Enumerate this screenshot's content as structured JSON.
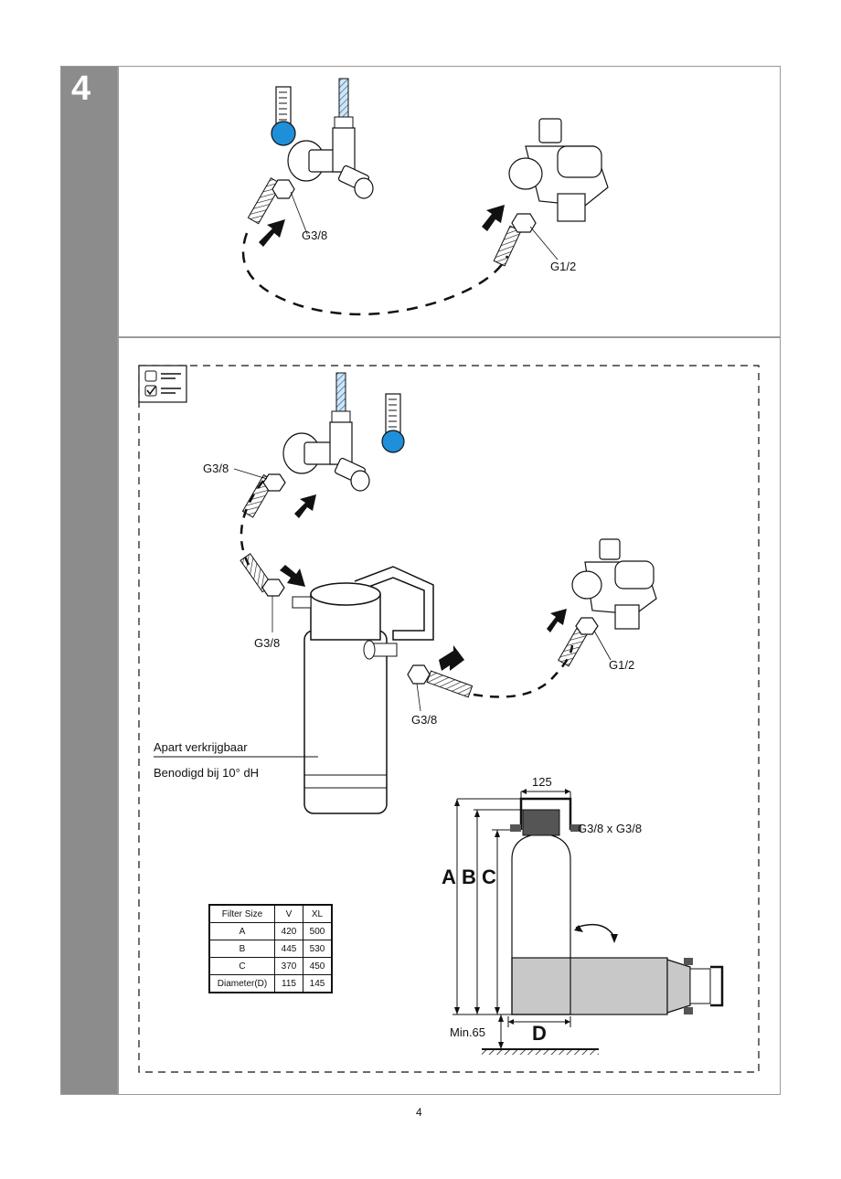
{
  "step": {
    "number": "4"
  },
  "page": {
    "number": "4"
  },
  "panel_top": {
    "label_left": "G3/8",
    "label_right": "G1/2"
  },
  "panel_bottom": {
    "label_valve": "G3/8",
    "label_filter_in": "G3/8",
    "label_filter_out": "G3/8",
    "label_tap": "G1/2",
    "note_sold_separately": "Apart verkrijgbaar",
    "note_required": "Benodigd bij 10° dH",
    "icons": [
      "checklist-icon",
      "thermometer-cold-icon"
    ]
  },
  "dimensions": {
    "width_top": "125",
    "connection": "G3/8 x G3/8",
    "letter_a": "A",
    "letter_b": "B",
    "letter_c": "C",
    "letter_d": "D",
    "min_clearance": "Min.65"
  },
  "filter_table": {
    "headers": [
      "Filter Size",
      "V",
      "XL"
    ],
    "rows": [
      [
        "A",
        "420",
        "500"
      ],
      [
        "B",
        "445",
        "530"
      ],
      [
        "C",
        "370",
        "450"
      ],
      [
        "Diameter(D)",
        "115",
        "145"
      ]
    ]
  },
  "colors": {
    "cold_water": "#1e8fd8",
    "sidebar": "#8c8c8c",
    "filter_shade": "#c8c8c8"
  }
}
